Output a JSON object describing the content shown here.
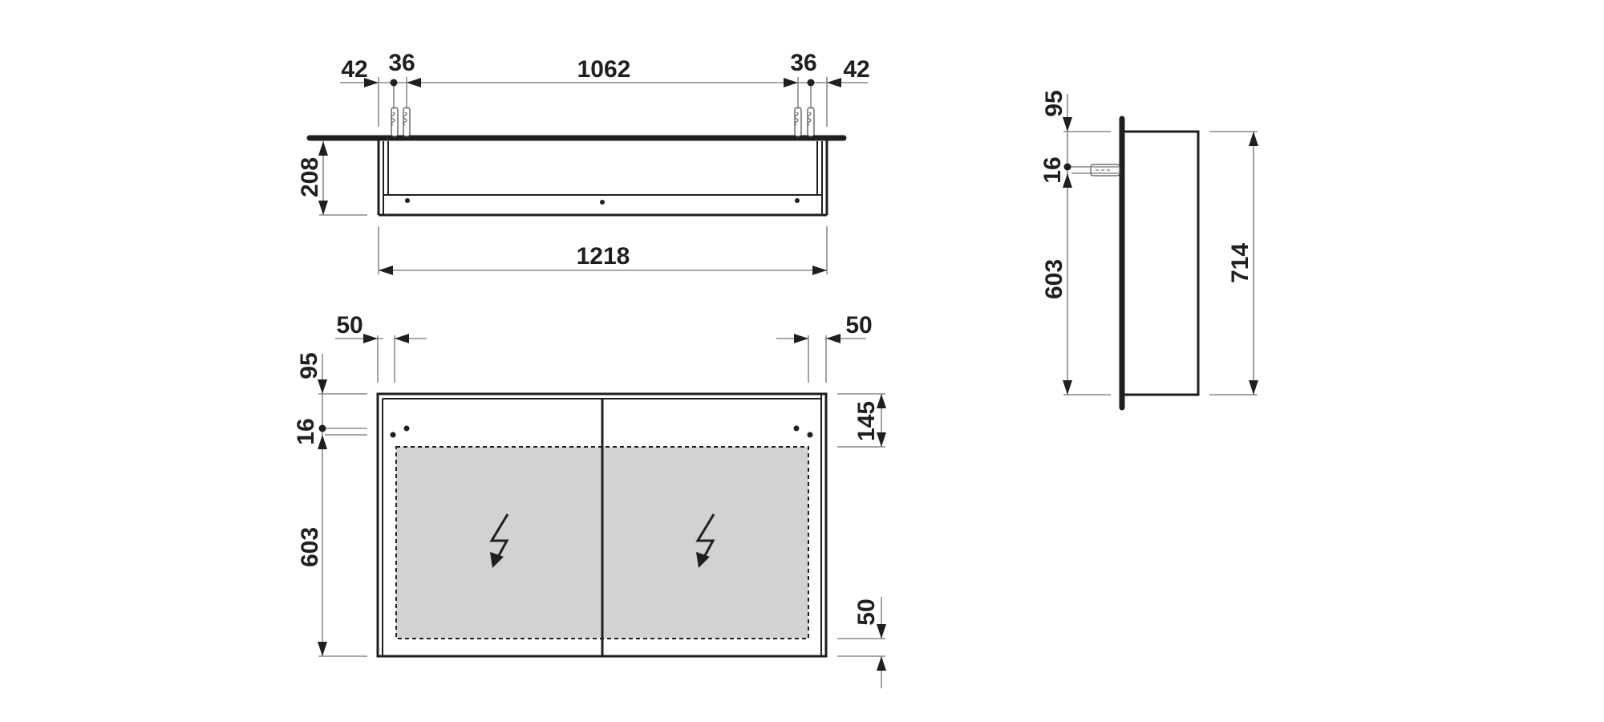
{
  "drawing": {
    "type": "technical-dimension-drawing",
    "subject": "mirror cabinet with two doors",
    "units": "mm",
    "colors": {
      "line": "#1f1f1f",
      "dimension": "#8a8a8a",
      "glass_fill": "#d1d2d3",
      "background": "#ffffff"
    }
  },
  "top_view": {
    "dims": {
      "left_offset": "42",
      "left_anchor_spacing": "36",
      "anchor_span": "1062",
      "right_anchor_spacing": "36",
      "right_offset": "42",
      "depth": "208",
      "overall_width": "1218"
    }
  },
  "front_view": {
    "dims": {
      "left_inset": "50",
      "right_inset": "50",
      "top_to_anchor": "95",
      "anchor_gap": "16",
      "anchor_to_bottom": "603",
      "top_to_glass": "145",
      "glass_to_bottom": "50"
    },
    "doors": [
      {
        "name": "left-door",
        "icon": "lightning-icon"
      },
      {
        "name": "right-door",
        "icon": "lightning-icon"
      }
    ]
  },
  "side_view": {
    "dims": {
      "top_to_anchor": "95",
      "anchor_gap": "16",
      "anchor_to_bottom": "603",
      "overall_height": "714"
    }
  }
}
